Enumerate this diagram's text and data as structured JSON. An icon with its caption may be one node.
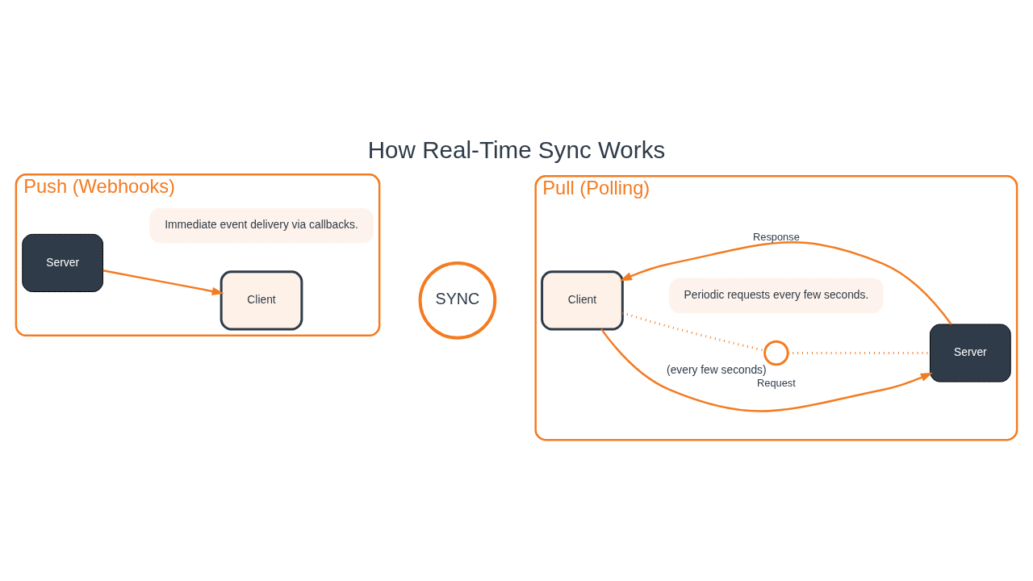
{
  "diagram": {
    "title": "How Real-Time Sync Works",
    "nodes": [
      {
        "text": [
          "Push (Webhooks)"
        ]
      },
      {
        "text": [
          "Server"
        ],
        "in": 0
      },
      {
        "text": [
          "Client"
        ],
        "in": 0
      },
      {
        "text": [
          "Immediate event delivery via callbacks."
        ],
        "in": 0
      },
      {
        "text": [
          "SYNC"
        ]
      },
      {
        "text": [
          "Pull (Polling)"
        ]
      },
      {
        "text": [
          "Client"
        ],
        "in": 5
      },
      {
        "text": [
          "Server"
        ],
        "in": 5
      },
      {
        "text": [],
        "shape": "circle",
        "beside": [
          "(every few seconds)"
        ],
        "in": 5
      },
      {
        "text": [
          "Periodic requests every few seconds."
        ],
        "in": 5
      }
    ],
    "edges": [
      {
        "from": 1,
        "to": 2,
        "arrow": "to"
      },
      {
        "from": 6,
        "to": 7,
        "arrow": "to",
        "label": "Request"
      },
      {
        "from": 7,
        "to": 6,
        "arrow": "to",
        "label": "Response"
      },
      {
        "from": 6,
        "to": 8,
        "arrow": "none",
        "style": "dashed"
      },
      {
        "from": 8,
        "to": 7,
        "arrow": "none",
        "style": "dashed"
      }
    ]
  }
}
